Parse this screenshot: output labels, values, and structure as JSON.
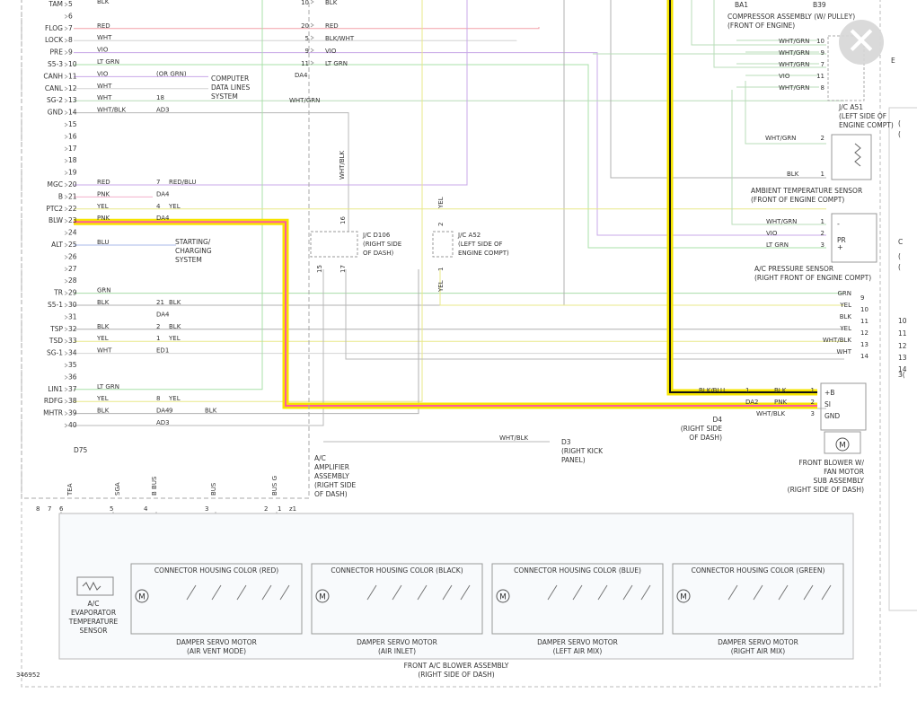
{
  "diagram_id": "346952",
  "close_button": "✕",
  "left_pins": [
    {
      "num": "5",
      "sig": "TAM",
      "c1": "BLK"
    },
    {
      "num": "6"
    },
    {
      "num": "7",
      "sig": "FLOG",
      "c1": "RED"
    },
    {
      "num": "8",
      "sig": "LOCK",
      "c1": "WHT"
    },
    {
      "num": "9",
      "sig": "PRE",
      "c1": "VIO"
    },
    {
      "num": "10",
      "sig": "S5-3",
      "c1": "LT GRN"
    },
    {
      "num": "11",
      "sig": "CANH",
      "c1": "VIO",
      "c2": "(OR GRN)"
    },
    {
      "num": "12",
      "sig": "CANL",
      "c1": "WHT"
    },
    {
      "num": "13",
      "sig": "SG-2",
      "c1": "WHT",
      "c2": "18"
    },
    {
      "num": "14",
      "sig": "GND",
      "c1": "WHT/BLK",
      "c2": "AD3"
    },
    {
      "num": "15"
    },
    {
      "num": "16"
    },
    {
      "num": "17"
    },
    {
      "num": "18"
    },
    {
      "num": "19"
    },
    {
      "num": "20",
      "sig": "MGC",
      "c1": "RED",
      "c2": "7",
      "c3": "RED/BLU"
    },
    {
      "num": "21",
      "sig": "B",
      "c1": "PNK",
      "c2": "DA4"
    },
    {
      "num": "22",
      "sig": "PTC2",
      "c1": "YEL",
      "c2": "4",
      "c3": "YEL"
    },
    {
      "num": "23",
      "sig": "BLW",
      "c1": "PNK",
      "c2": "DA4"
    },
    {
      "num": "24"
    },
    {
      "num": "25",
      "sig": "ALT",
      "c1": "BLU"
    },
    {
      "num": "26"
    },
    {
      "num": "27"
    },
    {
      "num": "28"
    },
    {
      "num": "29",
      "sig": "TR",
      "c1": "GRN"
    },
    {
      "num": "30",
      "sig": "S5-1",
      "c1": "BLK",
      "c2": "21",
      "c3": "BLK"
    },
    {
      "num": "31",
      "c2": "DA4"
    },
    {
      "num": "32",
      "sig": "TSP",
      "c1": "BLK",
      "c2": "2",
      "c3": "BLK"
    },
    {
      "num": "33",
      "sig": "TSD",
      "c1": "YEL",
      "c2": "1",
      "c3": "YEL"
    },
    {
      "num": "34",
      "sig": "SG-1",
      "c1": "WHT",
      "c2": "ED1"
    },
    {
      "num": "35"
    },
    {
      "num": "36"
    },
    {
      "num": "37",
      "sig": "LIN1",
      "c1": "LT GRN"
    },
    {
      "num": "38",
      "sig": "RDFG",
      "c1": "YEL",
      "c2": "8",
      "c3": "YEL"
    },
    {
      "num": "39",
      "sig": "MHTR",
      "c1": "BLK",
      "c2": "DA4",
      "c3": "9",
      "c4": "BLK"
    },
    {
      "num": "40",
      "c2": "AD3"
    }
  ],
  "left_footer": "D75",
  "top_mid_pins": [
    {
      "num": "10",
      "c": "BLK"
    },
    {
      "num": "20",
      "c": "RED"
    },
    {
      "num": "5",
      "c": "BLK/WHT"
    },
    {
      "num": "9",
      "c": "VIO"
    },
    {
      "num": "11",
      "c": "LT GRN"
    }
  ],
  "top_mid_connector": "DA4",
  "labels": {
    "computer": [
      "COMPUTER",
      "DATA LINES",
      "SYSTEM"
    ],
    "starting": [
      "STARTING/",
      "CHARGING",
      "SYSTEM"
    ],
    "wht_grn_mid": "WHT/GRN",
    "wht_blk_vert": "WHT/BLK",
    "yel_vert": "YEL",
    "jc_d106": [
      "J/C D106",
      "(RIGHT SIDE",
      "OF DASH)"
    ],
    "jc_a52": [
      "J/C A52",
      "(LEFT SIDE OF",
      "ENGINE COMPT)"
    ],
    "d106_pins": {
      "top": "16",
      "bl": "15",
      "br": "17"
    },
    "a52_pins": {
      "top": "2",
      "bottom": "1"
    },
    "ba1": "BA1",
    "b39": "B39",
    "compressor": [
      "COMPRESSOR ASSEMBLY (W/ PULLEY)",
      "(FRONT OF ENGINE)"
    ],
    "jc_a51": [
      "J/C A51",
      "(LEFT SIDE OF",
      "ENGINE COMPT)"
    ],
    "ambient": [
      "AMBIENT TEMPERATURE SENSOR",
      "(FRONT OF ENGINE COMPT)"
    ],
    "pressure": [
      "A/C PRESSURE SENSOR",
      "(RIGHT FRONT OF ENGINE COMPT)"
    ],
    "pr": "PR",
    "blower": [
      "FRONT BLOWER W/",
      "FAN MOTOR",
      "SUB ASSEMBLY",
      "(RIGHT SIDE OF DASH)"
    ],
    "d4": [
      "D4",
      "(RIGHT SIDE",
      "OF DASH)"
    ],
    "d3": [
      "D3",
      "(RIGHT KICK",
      "PANEL)"
    ],
    "wht_blk_d3": "WHT/BLK",
    "amplifier": [
      "A/C",
      "AMPLIFIER",
      "ASSEMBLY",
      "(RIGHT SIDE",
      "OF DASH)"
    ],
    "evap": [
      "A/C",
      "EVAPORATOR",
      "TEMPERATURE",
      "SENSOR"
    ],
    "blower_assy": [
      "FRONT A/C BLOWER ASSEMBLY",
      "(RIGHT SIDE OF DASH)"
    ]
  },
  "a51_pins": [
    {
      "c": "WHT/GRN",
      "n": "10"
    },
    {
      "c": "WHT/GRN",
      "n": "9"
    },
    {
      "c": "WHT/GRN",
      "n": "7"
    },
    {
      "c": "VIO",
      "n": "11"
    },
    {
      "c": "WHT/GRN",
      "n": "8"
    }
  ],
  "ambient_pins": [
    {
      "c": "WHT/GRN",
      "n": "2"
    },
    {
      "c": "BLK",
      "n": "1"
    }
  ],
  "pressure_pins": [
    {
      "c": "WHT/GRN",
      "n": "1",
      "s": "-"
    },
    {
      "c": "VIO",
      "n": "2",
      "s": ""
    },
    {
      "c": "LT GRN",
      "n": "3",
      "s": "+"
    }
  ],
  "right_edge": [
    {
      "c": "GRN",
      "n": "9"
    },
    {
      "c": "YEL",
      "n": "10"
    },
    {
      "c": "BLK",
      "n": "11"
    },
    {
      "c": "YEL",
      "n": "12"
    },
    {
      "c": "WHT/BLK",
      "n": "13"
    },
    {
      "c": "WHT",
      "n": "14"
    }
  ],
  "blower_pins": [
    {
      "c1": "BLK/BLU",
      "c2": "1",
      "c3": "BLK",
      "n": "1",
      "t": "+B"
    },
    {
      "c1": "DA2",
      "c3": "PNK",
      "n": "2",
      "t": "SI"
    },
    {
      "c3": "WHT/BLK",
      "n": "3",
      "t": "GND"
    }
  ],
  "bottom_sigs": [
    "TEA",
    "SGA",
    "B BUS",
    "BUS",
    "BUS G"
  ],
  "bottom_pins": [
    "8",
    "7",
    "6",
    "5",
    "4",
    "3",
    "2",
    "1",
    "z1"
  ],
  "servos": [
    {
      "header": "CONNECTOR HOUSING COLOR (RED)",
      "label": [
        "DAMPER SERVO MOTOR",
        "(AIR VENT MODE)"
      ]
    },
    {
      "header": "CONNECTOR HOUSING COLOR (BLACK)",
      "label": [
        "DAMPER SERVO MOTOR",
        "(AIR INLET)"
      ]
    },
    {
      "header": "CONNECTOR HOUSING COLOR (BLUE)",
      "label": [
        "DAMPER SERVO MOTOR",
        "(LEFT AIR MIX)"
      ]
    },
    {
      "header": "CONNECTOR HOUSING COLOR (GREEN)",
      "label": [
        "DAMPER SERVO MOTOR",
        "(RIGHT AIR MIX)"
      ]
    }
  ],
  "motor_symbol": "M",
  "right_partial": [
    "(",
    "(",
    "C",
    "(",
    "(",
    "10",
    "11",
    "12",
    "13",
    "14",
    "3("
  ],
  "right_partial2": "E"
}
